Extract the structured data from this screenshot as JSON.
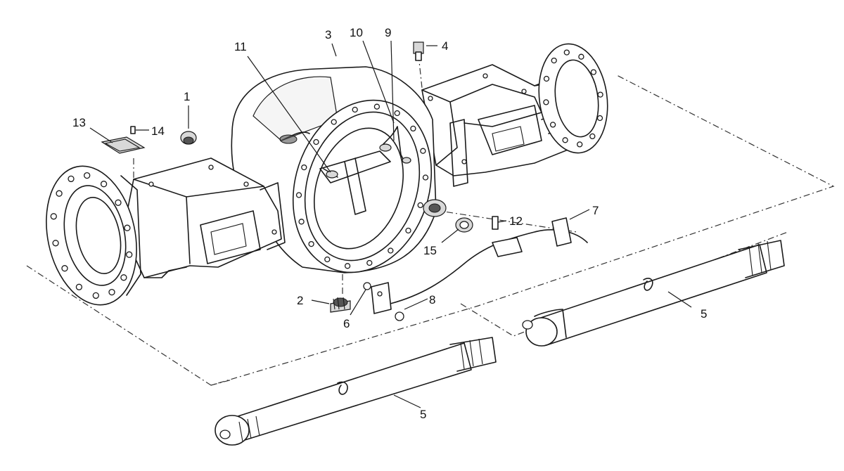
{
  "callouts": [
    {
      "id": "c1",
      "text": "1"
    },
    {
      "id": "c2",
      "text": "2"
    },
    {
      "id": "c3",
      "text": "3"
    },
    {
      "id": "c4",
      "text": "4"
    },
    {
      "id": "c5a",
      "text": "5"
    },
    {
      "id": "c5b",
      "text": "5"
    },
    {
      "id": "c6",
      "text": "6"
    },
    {
      "id": "c7",
      "text": "7"
    },
    {
      "id": "c8",
      "text": "8"
    },
    {
      "id": "c9",
      "text": "9"
    },
    {
      "id": "c10",
      "text": "10"
    },
    {
      "id": "c11",
      "text": "11"
    },
    {
      "id": "c12",
      "text": "12"
    },
    {
      "id": "c13",
      "text": "13"
    },
    {
      "id": "c14",
      "text": "14"
    },
    {
      "id": "c15",
      "text": "15"
    }
  ]
}
